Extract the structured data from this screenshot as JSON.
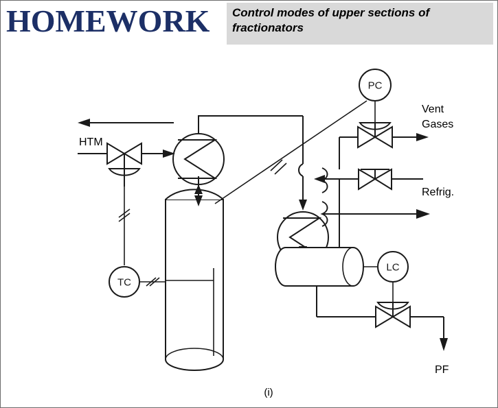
{
  "header": {
    "title": "HOMEWORK",
    "subtitle": "Control modes of upper sections of fractionators",
    "title_color": "#1c2f66",
    "subtitle_bg": "#d9d9d9"
  },
  "diagram": {
    "caption": "(i)",
    "stream_labels": {
      "htm": "HTM",
      "vent_gases_line1": "Vent",
      "vent_gases_line2": "Gases",
      "refrigerant": "Refrig.",
      "product_flow": "PF"
    },
    "instruments": [
      {
        "tag": "PC",
        "name": "pressure-controller"
      },
      {
        "tag": "TC",
        "name": "temperature-controller"
      },
      {
        "tag": "LC",
        "name": "level-controller"
      }
    ],
    "equipment": [
      {
        "name": "fractionator-column"
      },
      {
        "name": "reboiler-heat-exchanger"
      },
      {
        "name": "condenser-heat-exchanger"
      },
      {
        "name": "reflux-drum"
      }
    ],
    "valves": [
      {
        "name": "htm-control-valve",
        "type": "control"
      },
      {
        "name": "vent-gas-control-valve",
        "type": "control"
      },
      {
        "name": "refrigerant-hand-valve",
        "type": "manual"
      },
      {
        "name": "product-flow-control-valve",
        "type": "control"
      }
    ],
    "line_color": "#1a1a1a"
  }
}
